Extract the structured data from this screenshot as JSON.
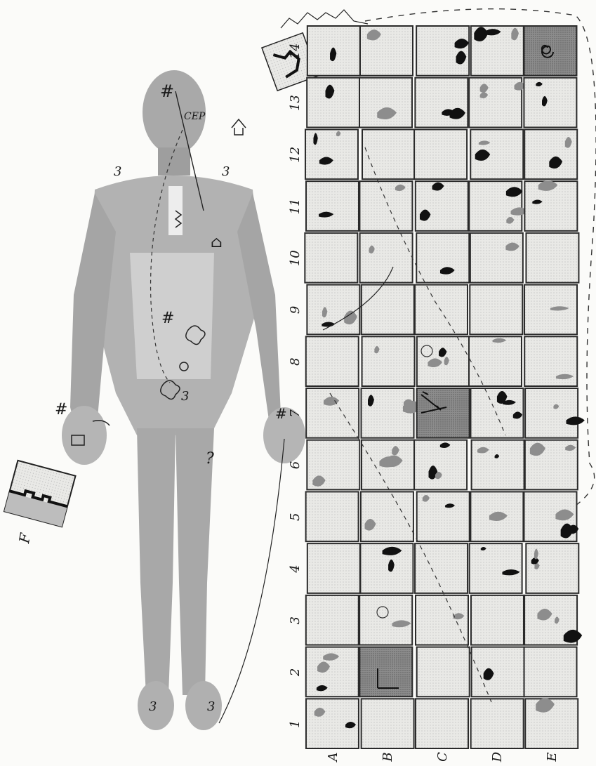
{
  "figure": {
    "colors": {
      "paper": "#fbfbf9",
      "ink": "#1d1d1d",
      "skin": "#b2b2b2",
      "skin_dark": "#8a8a8a",
      "grid_light": "#e4e4e4",
      "grid_dark": "#7a7a7a"
    },
    "body_annotations": [
      "#",
      "CEP",
      "⌂",
      "#",
      "?",
      "3",
      "3",
      "3",
      "3",
      "3",
      "#",
      "#"
    ],
    "map_row_labels": [
      "1",
      "2",
      "3",
      "4",
      "5",
      "6",
      "7",
      "8",
      "9",
      "10",
      "11",
      "12",
      "13",
      "14"
    ],
    "map_column_labels": [
      "A",
      "B",
      "C",
      "D",
      "E"
    ],
    "tile_label": "F",
    "map_dark_cells": [
      {
        "row": 2,
        "col": "B"
      },
      {
        "row": 7,
        "col": "C"
      },
      {
        "row": 14,
        "col": "E"
      }
    ],
    "icons": [
      "human-body-figure",
      "spiral-icon",
      "arrow-icon",
      "sun-sketch-icon",
      "house-sketch-icon",
      "hand-icon"
    ]
  }
}
